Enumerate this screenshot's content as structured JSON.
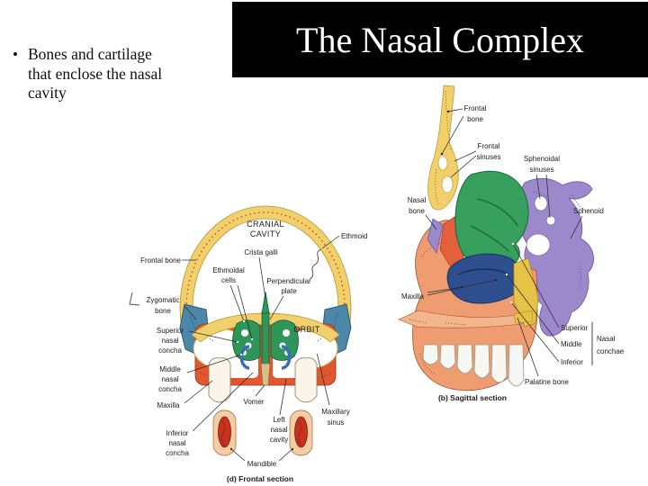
{
  "slide": {
    "title": "The Nasal Complex",
    "bullet_glyph": "•",
    "bullet_text": "Bones and cartilage that enclose the nasal cavity"
  },
  "frontal_diagram": {
    "caption": "(d) Frontal section",
    "labels": {
      "cranial_cavity": [
        "CRANIAL",
        "CAVITY"
      ],
      "orbit": "ORBIT",
      "ethmoid": "Ethmoid",
      "frontal_bone": "Frontal bone",
      "crista_galli": "Crista galli",
      "ethmoidal_cells": [
        "Ethmoidal",
        "cells"
      ],
      "perpendicular_plate": [
        "Perpendicular",
        "plate"
      ],
      "zygomatic_bone": [
        "Zygomatic",
        "bone"
      ],
      "superior_nasal_concha": [
        "Superior",
        "nasal",
        "concha"
      ],
      "middle_nasal_concha": [
        "Middle",
        "nasal",
        "concha"
      ],
      "maxilla": "Maxilla",
      "inferior_nasal_concha": [
        "Inferior",
        "nasal",
        "concha"
      ],
      "vomer": "Vomer",
      "left_nasal_cavity": [
        "Left",
        "nasal",
        "cavity"
      ],
      "maxillary_sinus": [
        "Maxillary",
        "sinus"
      ],
      "mandible": "Mandible"
    }
  },
  "sagittal_diagram": {
    "caption": "(b) Sagittal section",
    "labels": {
      "frontal_bone": [
        "Frontal",
        "bone"
      ],
      "frontal_sinuses": [
        "Frontal",
        "sinuses"
      ],
      "sphenoidal_sinuses": [
        "Sphenoidal",
        "sinuses"
      ],
      "nasal_bone": [
        "Nasal",
        "bone"
      ],
      "sphenoid": "Sphenoid",
      "maxilla": "Maxilla",
      "nasal_conchae_items": [
        "Superior",
        "Middle",
        "Inferior"
      ],
      "nasal_conchae": [
        "Nasal",
        "conchae"
      ],
      "palatine_bone": "Palatine bone"
    }
  },
  "colors": {
    "title_bar_bg": "#000000",
    "title_text": "#ffffff",
    "bone_yellow": "#F1D06B",
    "zygomatic_blue": "#4C87A8",
    "ethmoid_green": "#2E9659",
    "maxilla_orange": "#E1582F",
    "maxilla_salmon": "#EE9C70",
    "sphenoid_purple": "#9C89CC",
    "inferior_concha_blue": "#2E4F8E",
    "palatine_gold": "#E6C345",
    "marrow_red": "#C5331F"
  }
}
